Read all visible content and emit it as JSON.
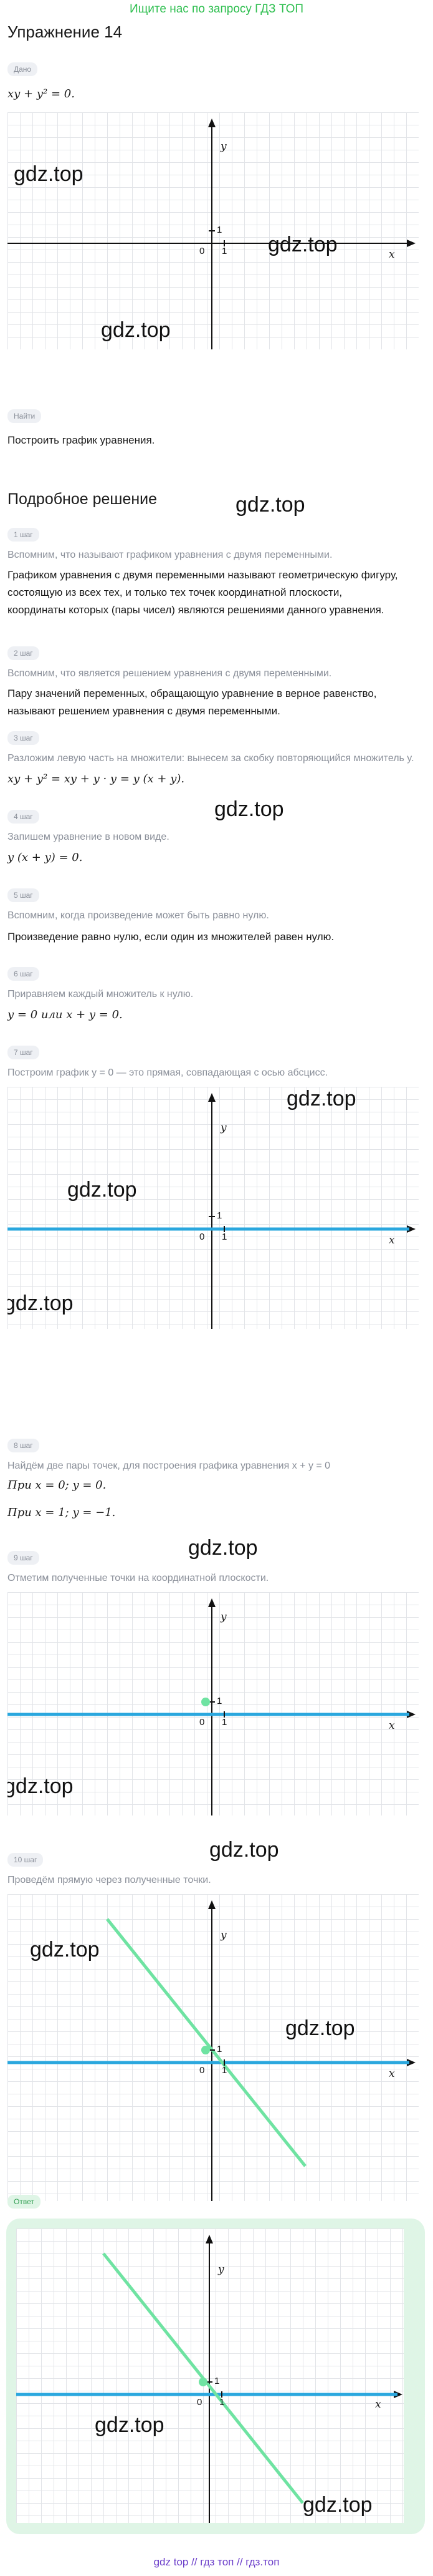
{
  "top_link": "Ищите нас по запросу ГДЗ ТОП",
  "exercise_title": "Упражнение 14",
  "given": {
    "label": "Дано",
    "equation": "xy + y² = 0."
  },
  "find": {
    "label": "Найти",
    "text": "Построить график уравнения."
  },
  "solution_title": "Подробное решение",
  "axes": {
    "x": "x",
    "y": "y",
    "origin": "0",
    "unit_x": "1",
    "unit_y": "1"
  },
  "steps": [
    {
      "label": "1 шаг",
      "note": "Вспомним, что называют графиком уравнения с двумя переменными.",
      "text": "Графиком уравнения с двумя переменными называют геометрическую фигуру, состоящую из всех тех, и только тех точек координатной плоскости, координаты которых (пары чисел) являются решениями данного уравнения."
    },
    {
      "label": "2 шаг",
      "note": "Вспомним, что является решением уравнения с двумя переменными.",
      "text": "Пару значений переменных, обращающую уравнение в верное равенство, называют решением уравнения с двумя переменными."
    },
    {
      "label": "3 шаг",
      "note": "Разложим левую часть на множители: вынесем за скобку повторяющийся множитель y.",
      "math": "xy + y² = xy + y · y = y (x + y)."
    },
    {
      "label": "4 шаг",
      "note": "Запишем уравнение в новом виде.",
      "math": "y (x + y) = 0."
    },
    {
      "label": "5 шаг",
      "note": "Вспомним, когда произведение может быть равно нулю.",
      "text": "Произведение равно нулю, если один из множителей равен нулю."
    },
    {
      "label": "6 шаг",
      "note": "Приравняем каждый множитель к нулю.",
      "math": "y = 0 или x + y = 0."
    },
    {
      "label": "7 шаг",
      "note": "Построим график y = 0 — это прямая, совпадающая с осью абсцисс."
    },
    {
      "label": "8 шаг",
      "note": "Найдём две пары точек, для построения графика уравнения x + y = 0",
      "line1": "При x = 0; y = 0.",
      "line2": "При x = 1; y = −1."
    },
    {
      "label": "9 шаг",
      "note": "Отметим полученные точки на координатной плоскости."
    },
    {
      "label": "10 шаг",
      "note": "Проведём прямую через полученные точки."
    }
  ],
  "answer_label": "Ответ",
  "watermark": "gdz.top",
  "footer": "gdz top // гдз топ // гдз.топ",
  "colors": {
    "accent_blue": "#2aa7de",
    "accent_green": "#6fe3a2",
    "link_green": "#2fbf50",
    "footer_purple": "#6a3cc9"
  }
}
